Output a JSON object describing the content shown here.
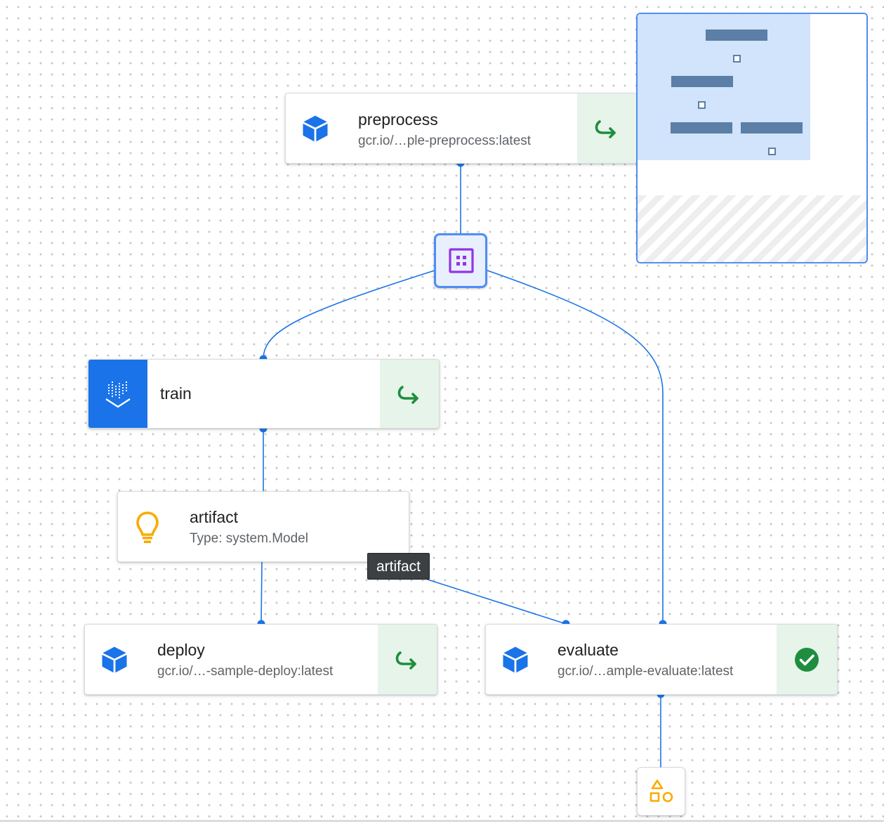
{
  "nodes": {
    "preprocess": {
      "title": "preprocess",
      "subtitle": "gcr.io/…ple-preprocess:latest",
      "icon": "cube-icon",
      "status": "cached-icon"
    },
    "train": {
      "title": "train",
      "icon": "custom-training-icon",
      "status": "cached-icon"
    },
    "artifact": {
      "title": "artifact",
      "subtitle": "Type: system.Model",
      "icon": "lightbulb-icon"
    },
    "deploy": {
      "title": "deploy",
      "subtitle": "gcr.io/…-sample-deploy:latest",
      "icon": "cube-icon",
      "status": "cached-icon"
    },
    "evaluate": {
      "title": "evaluate",
      "subtitle": "gcr.io/…ample-evaluate:latest",
      "icon": "cube-icon",
      "status": "success-check-icon"
    }
  },
  "tooltip": {
    "label": "artifact"
  },
  "colors": {
    "edge": "#1a73e8",
    "cube": "#1a73e8",
    "cached_bg": "#e6f4ea",
    "cached_icon": "#1e8e3e",
    "success": "#1e8e3e",
    "artifact_icon": "#f9ab00",
    "collection_icon": "#9334e6",
    "minimap_border": "#4f8df5"
  }
}
